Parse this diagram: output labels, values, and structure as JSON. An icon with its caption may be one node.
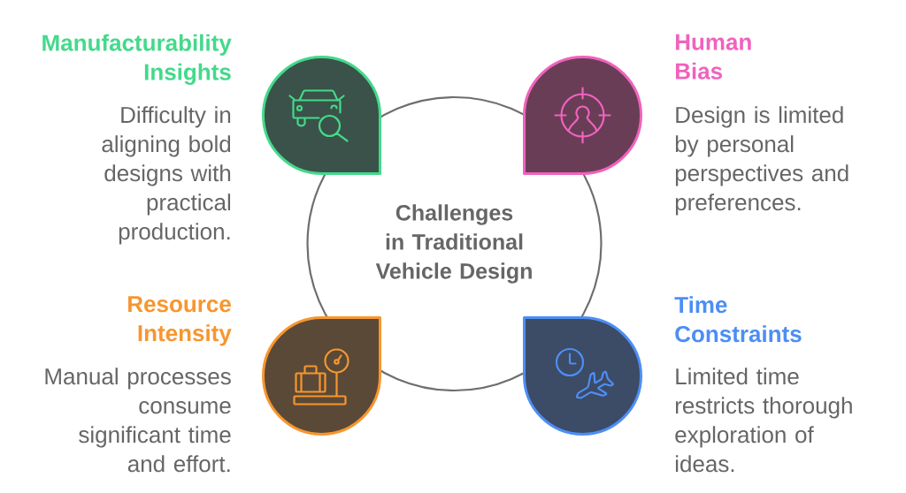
{
  "diagram": {
    "nodes": [
      {
        "text": [
          "Challenges in Traditional Vehicle Design"
        ]
      },
      {
        "text": [
          "Manufacturability Insights"
        ],
        "beside": [
          "Difficulty in aligning bold designs with practical production."
        ]
      },
      {
        "text": [
          "Human Bias"
        ],
        "beside": [
          "Design is limited by personal perspectives and preferences."
        ]
      },
      {
        "text": [
          "Resource Intensity"
        ],
        "beside": [
          "Manual processes consume significant time and effort."
        ]
      },
      {
        "text": [
          "Time Constraints"
        ],
        "beside": [
          "Limited time restricts thorough exploration of ideas."
        ]
      }
    ]
  }
}
